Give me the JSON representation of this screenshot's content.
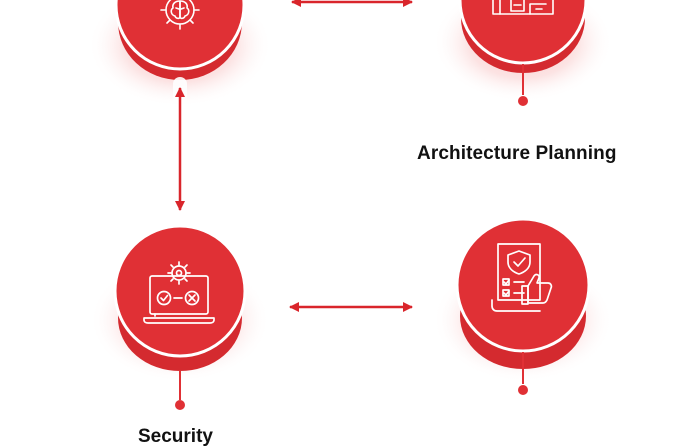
{
  "colors": {
    "primary": "#e03035",
    "primary_dark": "#c8262b",
    "shadow": "#f7bcbc",
    "ring": "#ffffff",
    "label": "#111111"
  },
  "nodes": [
    {
      "id": "top-left",
      "icon": "brain-gear-icon",
      "label": ""
    },
    {
      "id": "top-right",
      "icon": "architecture-blueprint-icon",
      "label": "Architecture Planning"
    },
    {
      "id": "bottom-left",
      "icon": "laptop-settings-icon",
      "label": "Security"
    },
    {
      "id": "bottom-right",
      "icon": "shield-document-thumbs-up-icon",
      "label": ""
    }
  ],
  "connectors": [
    {
      "from": "top-left",
      "to": "top-right",
      "type": "double-arrow"
    },
    {
      "from": "top-left",
      "to": "bottom-left",
      "type": "double-arrow"
    },
    {
      "from": "bottom-left",
      "to": "bottom-right",
      "type": "double-arrow"
    }
  ]
}
